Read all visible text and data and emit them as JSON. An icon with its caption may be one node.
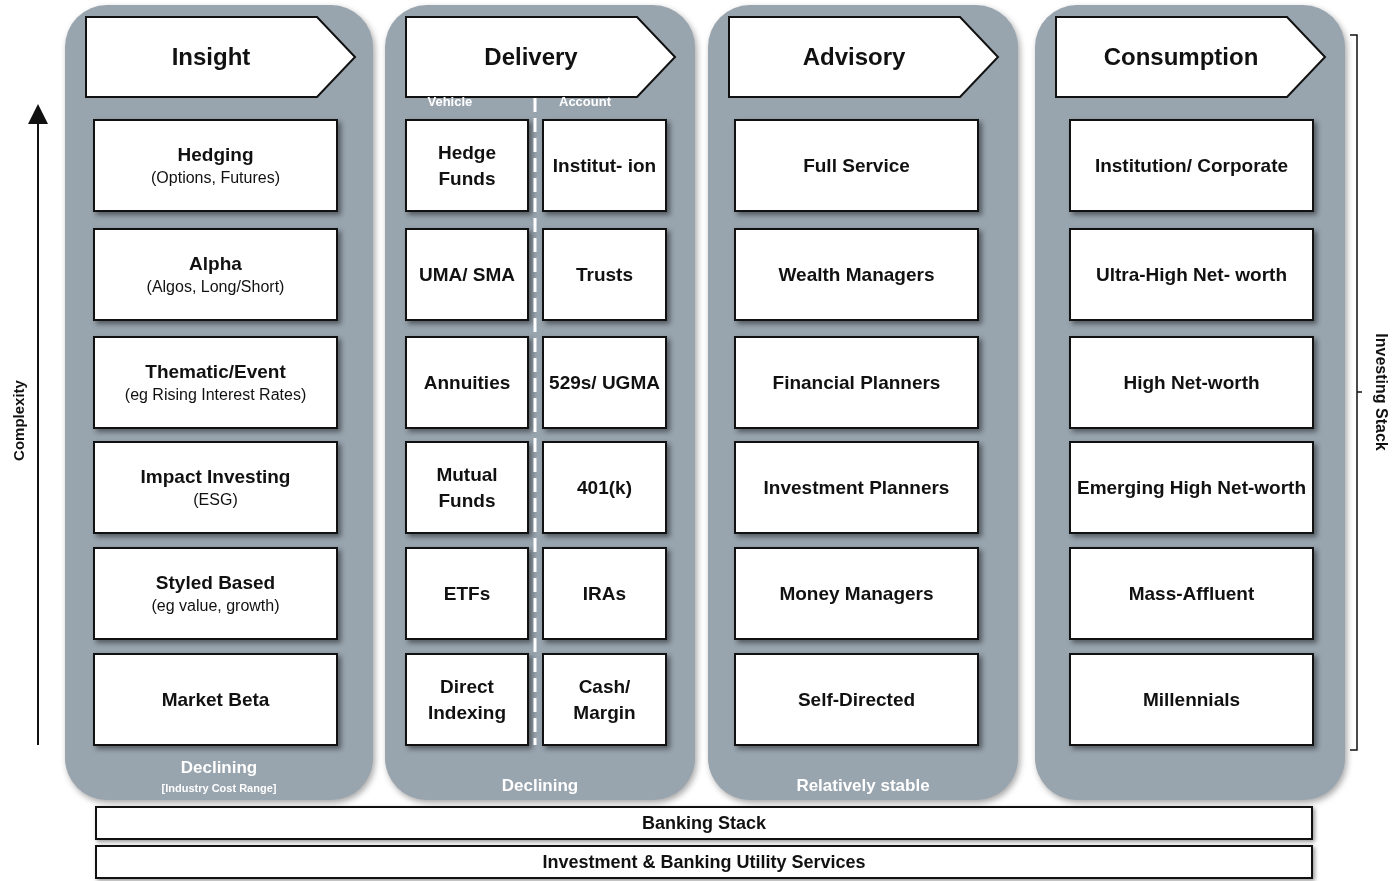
{
  "diagram": {
    "nodes": [
      {
        "text": [
          "Declining",
          "[Industry Cost Range]"
        ]
      },
      {
        "text": [
          "Insight"
        ],
        "in": 0
      },
      {
        "text": [
          "Hedging",
          "(Options, Futures)"
        ],
        "in": 0
      },
      {
        "text": [
          "Alpha",
          "(Algos, Long/Short)"
        ],
        "in": 0
      },
      {
        "text": [
          "Thematic/Event",
          "(eg Rising Interest Rates)"
        ],
        "in": 0
      },
      {
        "text": [
          "Impact Investing",
          "(ESG)"
        ],
        "in": 0
      },
      {
        "text": [
          "Styled Based",
          "(eg value, growth)"
        ],
        "in": 0
      },
      {
        "text": [
          "Market Beta"
        ],
        "in": 0
      },
      {
        "text": [
          "Declining"
        ]
      },
      {
        "text": [
          "Delivery"
        ],
        "in": 8
      },
      {
        "text": [
          "Hedge Funds"
        ],
        "in": 8
      },
      {
        "text": [
          "Institut- ion"
        ],
        "in": 8
      },
      {
        "text": [
          "UMA/ SMA"
        ],
        "in": 8
      },
      {
        "text": [
          "Trusts"
        ],
        "in": 8
      },
      {
        "text": [
          "Annuities"
        ],
        "in": 8
      },
      {
        "text": [
          "529s/ UGMA"
        ],
        "in": 8
      },
      {
        "text": [
          "Mutual Funds"
        ],
        "in": 8
      },
      {
        "text": [
          "401(k)"
        ],
        "in": 8
      },
      {
        "text": [
          "ETFs"
        ],
        "in": 8
      },
      {
        "text": [
          "IRAs"
        ],
        "in": 8
      },
      {
        "text": [
          "Direct Indexing"
        ],
        "in": 8
      },
      {
        "text": [
          "Cash/ Margin"
        ],
        "in": 8
      },
      {
        "text": [
          "Relatively stable"
        ]
      },
      {
        "text": [
          "Advisory"
        ],
        "in": 22
      },
      {
        "text": [
          "Full Service"
        ],
        "in": 22
      },
      {
        "text": [
          "Wealth Managers"
        ],
        "in": 22
      },
      {
        "text": [
          "Financial Planners"
        ],
        "in": 22
      },
      {
        "text": [
          "Investment Planners"
        ],
        "in": 22
      },
      {
        "text": [
          "Money Managers"
        ],
        "in": 22
      },
      {
        "text": [
          "Self-Directed"
        ],
        "in": 22
      },
      {
        "text": [],
        "shape": "box"
      },
      {
        "text": [
          "Consumption"
        ],
        "in": 30
      },
      {
        "text": [
          "Institution/ Corporate"
        ],
        "in": 30
      },
      {
        "text": [
          "Ultra-High Net- worth"
        ],
        "in": 30
      },
      {
        "text": [
          "High Net-worth"
        ],
        "in": 30
      },
      {
        "text": [
          "Emerging High Net-worth"
        ],
        "in": 30
      },
      {
        "text": [
          "Mass-Affluent"
        ],
        "in": 30
      },
      {
        "text": [
          "Millennials"
        ],
        "in": 30
      },
      {
        "text": [
          "Banking Stack"
        ]
      },
      {
        "text": [
          "Investment & Banking Utility Services"
        ]
      }
    ],
    "edges": [],
    "labels": [
      "Vehicle",
      "Account",
      "Complexity",
      "Investing Stack"
    ]
  }
}
